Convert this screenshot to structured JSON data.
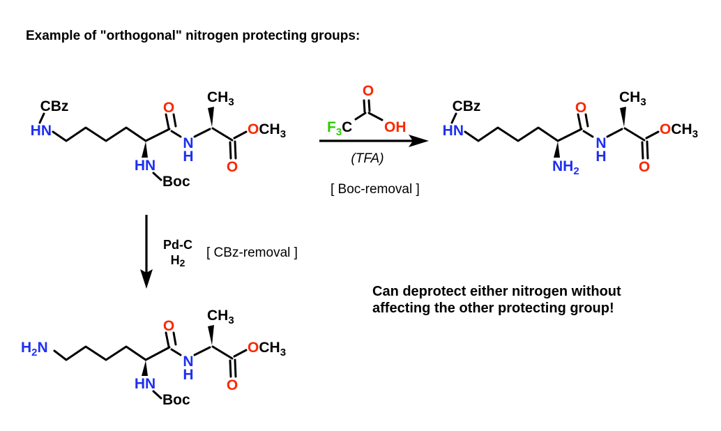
{
  "title": "Example of \"orthogonal\" nitrogen protecting groups:",
  "atoms": {
    "cbz": "CBz",
    "hn": "HN",
    "nh": "NH",
    "n": "N",
    "h": "H",
    "o": "O",
    "oh": "OH",
    "c": "C",
    "f": "F",
    "ch": "CH",
    "boc": "Boc",
    "two": "2",
    "three": "3"
  },
  "arrow_right": {
    "solvent": "(TFA)",
    "step": "[ Boc-removal ]"
  },
  "arrow_down": {
    "catalyst": "Pd-C",
    "gas": "H",
    "gas_sub": "2",
    "step": "[ CBz-removal ]"
  },
  "note": {
    "line1": "Can deprotect either nitrogen without",
    "line2": "affecting the other protecting group!"
  },
  "colors": {
    "nitrogen": "#1d2ff0",
    "oxygen": "#fa2800",
    "fluorine": "#2bcc00",
    "carbon": "#000000",
    "background": "#ffffff"
  }
}
